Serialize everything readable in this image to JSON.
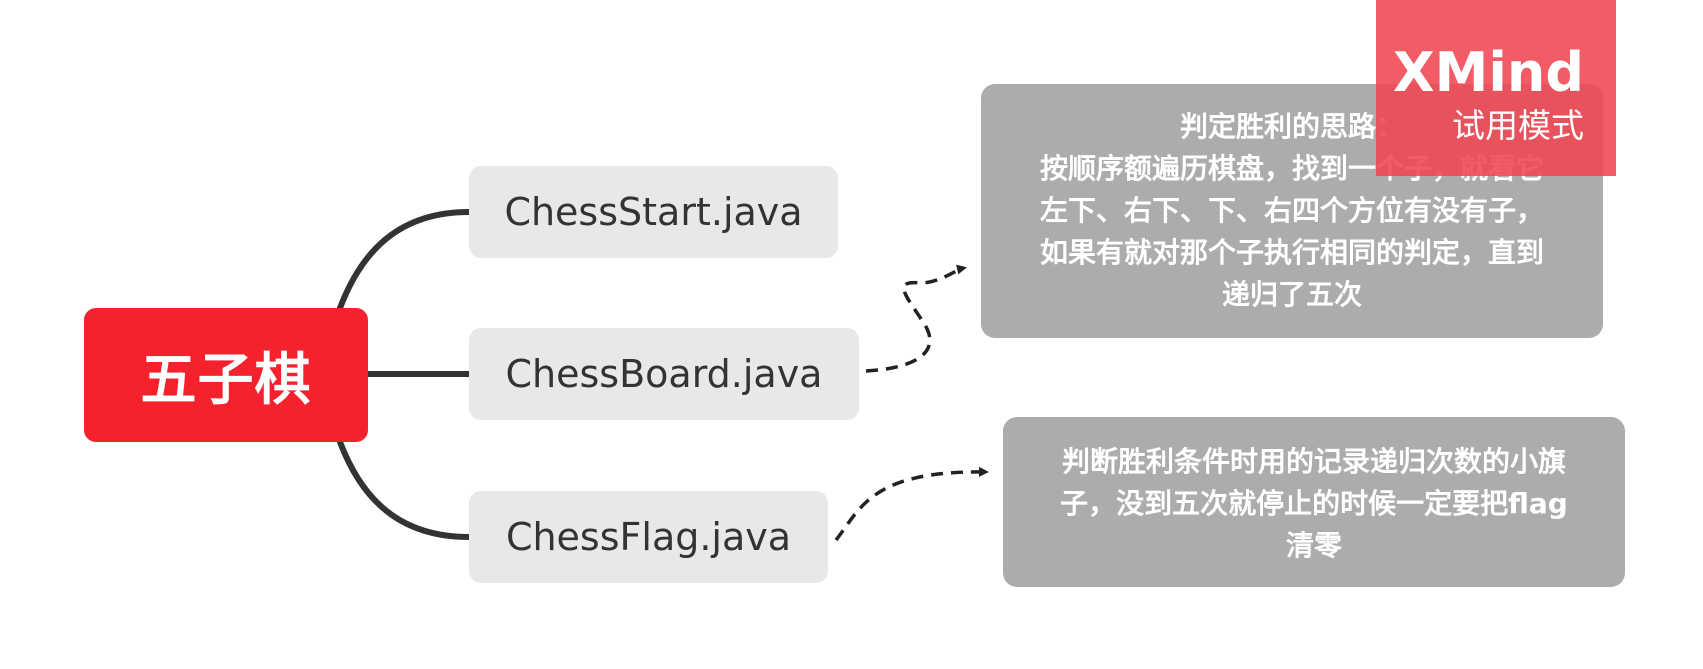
{
  "mindmap": {
    "root": {
      "label": "五子棋"
    },
    "topics": [
      {
        "label": "ChessStart.java"
      },
      {
        "label": "ChessBoard.java"
      },
      {
        "label": "ChessFlag.java"
      }
    ],
    "notes": [
      {
        "attached_to": "ChessBoard.java",
        "lines": [
          "判定胜利的思路：",
          "按顺序额遍历棋盘，找到一个子，就看它",
          "左下、右下、下、右四个方位有没有子，",
          "如果有就对那个子执行相同的判定，直到",
          "递归了五次"
        ]
      },
      {
        "attached_to": "ChessFlag.java",
        "lines": [
          "判断胜利条件时用的记录递归次数的小旗",
          "子，没到五次就停止的时候一定要把flag",
          "清零"
        ]
      }
    ]
  },
  "watermark": {
    "title": "XMind",
    "subtitle": "试用模式"
  },
  "colors": {
    "root_fill": "#f5222d",
    "topic_fill": "#e8e8e8",
    "note_fill": "#acacac",
    "connector": "#333333",
    "watermark_fill": "#f04652"
  }
}
